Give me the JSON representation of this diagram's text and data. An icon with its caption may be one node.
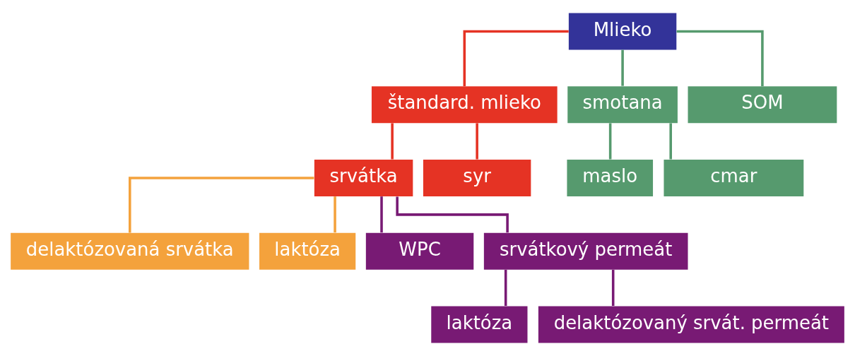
{
  "diagram": {
    "nodes": [
      {
        "text": [
          "Mlieko"
        ]
      },
      {
        "text": [
          "štandard. mlieko"
        ]
      },
      {
        "text": [
          "smotana"
        ]
      },
      {
        "text": [
          "SOM"
        ]
      },
      {
        "text": [
          "srvátka"
        ]
      },
      {
        "text": [
          "syr"
        ]
      },
      {
        "text": [
          "maslo"
        ]
      },
      {
        "text": [
          "cmar"
        ]
      },
      {
        "text": [
          "delaktózovaná srvátka"
        ]
      },
      {
        "text": [
          "laktóza"
        ]
      },
      {
        "text": [
          "WPC"
        ]
      },
      {
        "text": [
          "srvátkový permeát"
        ]
      },
      {
        "text": [
          "laktóza"
        ]
      },
      {
        "text": [
          "delaktózovaný srvát. permeát"
        ]
      }
    ],
    "edges": [
      {
        "from": 0,
        "to": 1,
        "arrow": "none",
        "color": "#e53324"
      },
      {
        "from": 0,
        "to": 2,
        "arrow": "none",
        "color": "#569a6e"
      },
      {
        "from": 0,
        "to": 3,
        "arrow": "none",
        "color": "#569a6e"
      },
      {
        "from": 1,
        "to": 4,
        "arrow": "none",
        "color": "#e53324"
      },
      {
        "from": 1,
        "to": 5,
        "arrow": "none",
        "color": "#e53324"
      },
      {
        "from": 2,
        "to": 6,
        "arrow": "none",
        "color": "#569a6e"
      },
      {
        "from": 2,
        "to": 7,
        "arrow": "none",
        "color": "#569a6e"
      },
      {
        "from": 4,
        "to": 8,
        "arrow": "none",
        "color": "#f4a23c"
      },
      {
        "from": 4,
        "to": 9,
        "arrow": "none",
        "color": "#f4a23c"
      },
      {
        "from": 4,
        "to": 10,
        "arrow": "none",
        "color": "#781a74"
      },
      {
        "from": 4,
        "to": 11,
        "arrow": "none",
        "color": "#781a74"
      },
      {
        "from": 11,
        "to": 12,
        "arrow": "none",
        "color": "#781a74"
      },
      {
        "from": 11,
        "to": 13,
        "arrow": "none",
        "color": "#781a74"
      }
    ]
  }
}
